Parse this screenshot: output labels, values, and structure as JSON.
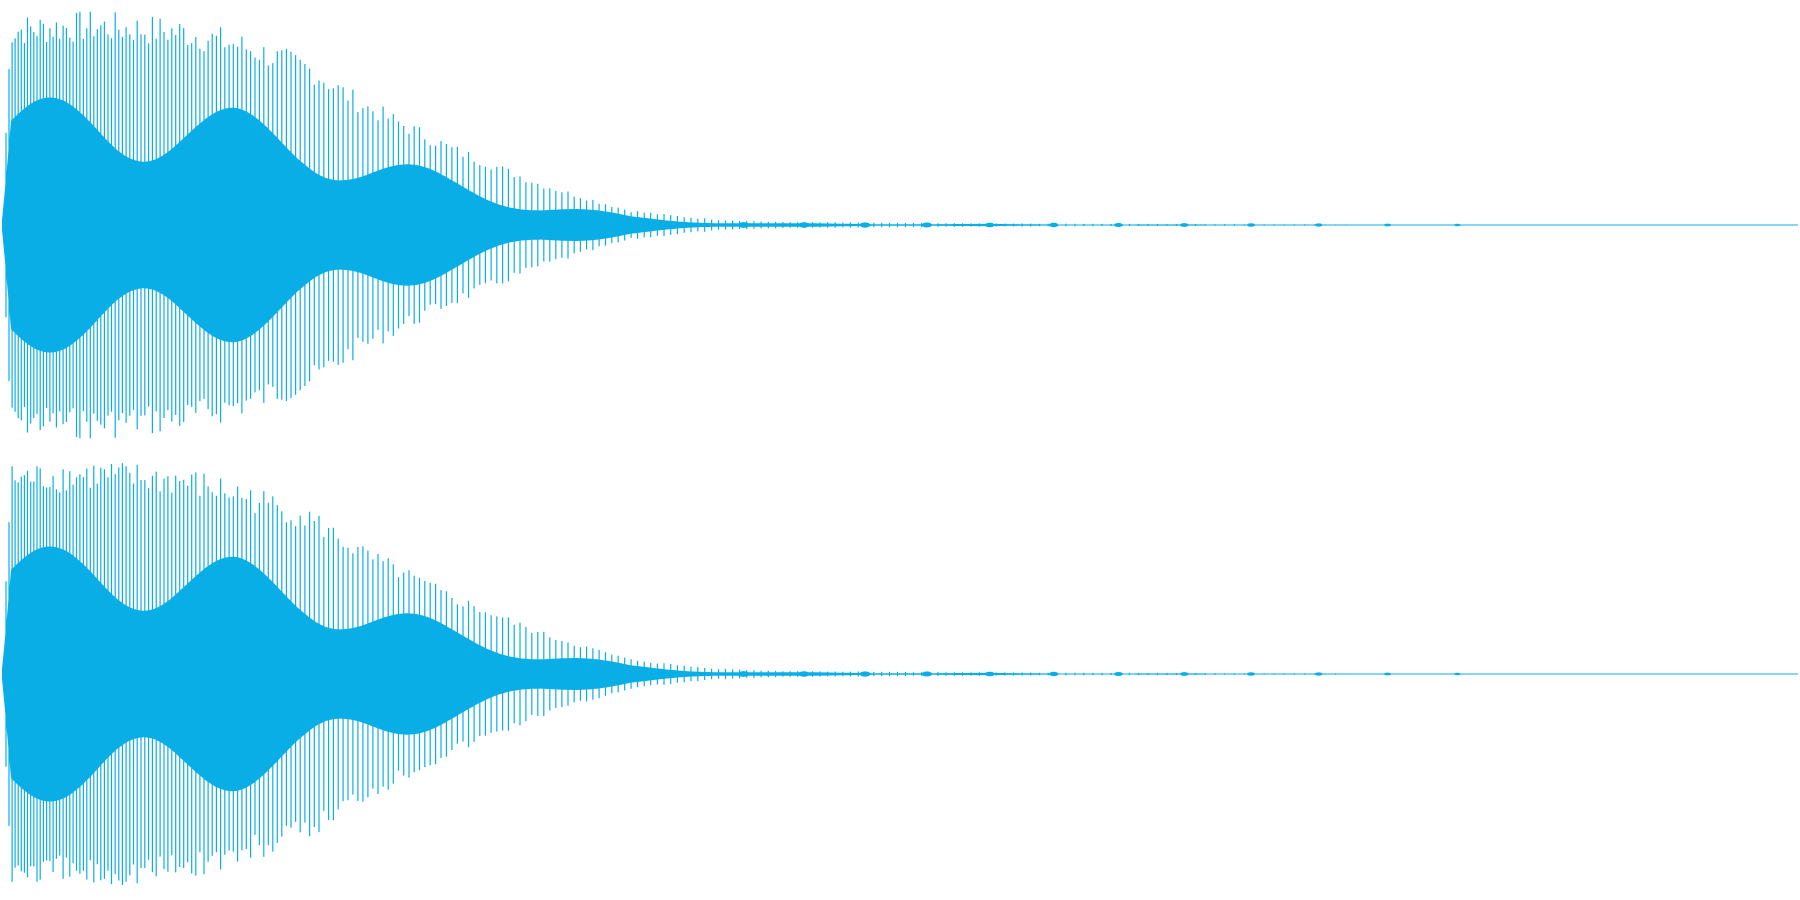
{
  "colors": {
    "background": "#ffffff",
    "waveform": "#0aaee6"
  },
  "chart_data": {
    "type": "area",
    "description_of_signal": "",
    "channels": [
      {
        "envelope": {
          "x": [
            0,
            0.005,
            0.05,
            0.1,
            0.13,
            0.17,
            0.2,
            0.25,
            0.3,
            0.33,
            0.35,
            0.38,
            0.4,
            0.43,
            0.5,
            0.6,
            0.7,
            0.8,
            1
          ],
          "y": [
            0.05,
            0.97,
            0.99,
            0.96,
            0.9,
            0.78,
            0.6,
            0.38,
            0.2,
            0.12,
            0.07,
            0.04,
            0.025,
            0.015,
            0.01,
            0.006,
            0.004,
            0.002,
            0.0
          ]
        }
      },
      {
        "envelope": {
          "x": [
            0,
            0.005,
            0.05,
            0.1,
            0.13,
            0.17,
            0.2,
            0.25,
            0.3,
            0.33,
            0.35,
            0.38,
            0.4,
            0.43,
            0.5,
            0.6,
            0.7,
            0.8,
            1
          ],
          "y": [
            0.05,
            0.97,
            0.99,
            0.96,
            0.9,
            0.78,
            0.6,
            0.38,
            0.2,
            0.12,
            0.07,
            0.04,
            0.025,
            0.015,
            0.01,
            0.006,
            0.004,
            0.002,
            0.0
          ]
        }
      }
    ],
    "xlim": [
      0,
      1
    ],
    "ylim": [
      -1,
      1
    ],
    "grid": false,
    "legend": "none"
  }
}
